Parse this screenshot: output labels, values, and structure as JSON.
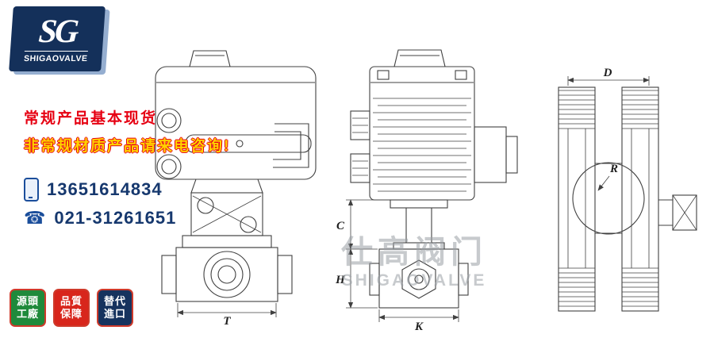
{
  "logo": {
    "initials": "SG",
    "name": "SHIGAOVALVE"
  },
  "promo": {
    "line1": "常规产品基本现货",
    "line2": "非常规材质产品请来电咨询!",
    "line1_color": "#e60012",
    "line2_color": "#ffd100"
  },
  "contact": {
    "mobile": "13651614834",
    "landline": "021-31261651",
    "accent_color": "#1b4e9b"
  },
  "badges": [
    {
      "line1": "源頭",
      "line2": "工廠",
      "bg": "#1f8a3b"
    },
    {
      "line1": "品質",
      "line2": "保障",
      "bg": "#d8261c"
    },
    {
      "line1": "替代",
      "line2": "進口",
      "bg": "#16335e"
    }
  ],
  "watermark": {
    "cn": "仕高阀门",
    "en": "SHIGAOVALVE"
  },
  "dimensions": {
    "t": "T",
    "c": "C",
    "h": "H",
    "k": "K",
    "d": "D",
    "r": "R"
  }
}
